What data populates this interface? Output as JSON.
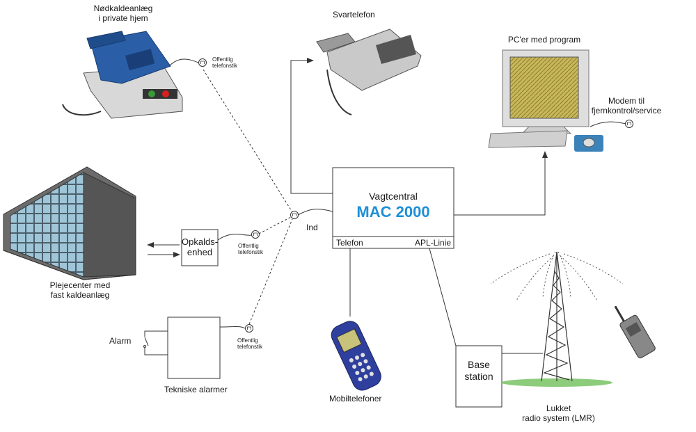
{
  "central": {
    "title": "Vagtcentral",
    "model": "MAC 2000",
    "port_left": "Telefon",
    "port_right": "APL-Linie",
    "input": "Ind"
  },
  "nodes": {
    "emergency_phone": "Nødkaldeanlæg\ni private hjem",
    "answering_machine": "Svartelefon",
    "pc": "PC'er med program",
    "modem": "Modem til\nfjernkontrol/service",
    "nursing_home": "Plejecenter med\nfast kaldeanlæg",
    "dialer_unit": "Opkalds-\nenhed",
    "technical_alarms": "Tekniske alarmer",
    "alarm": "Alarm",
    "mobile_phones": "Mobiltelefoner",
    "base_station": "Base\nstation",
    "radio_system": "Lukket\nradio system (LMR)"
  },
  "sockets": {
    "public_socket": "Offentlig\ntelefonstik"
  },
  "colors": {
    "accent_model": "#1e8fd6",
    "phone_blue": "#2a5fa8",
    "line": "#333333"
  }
}
